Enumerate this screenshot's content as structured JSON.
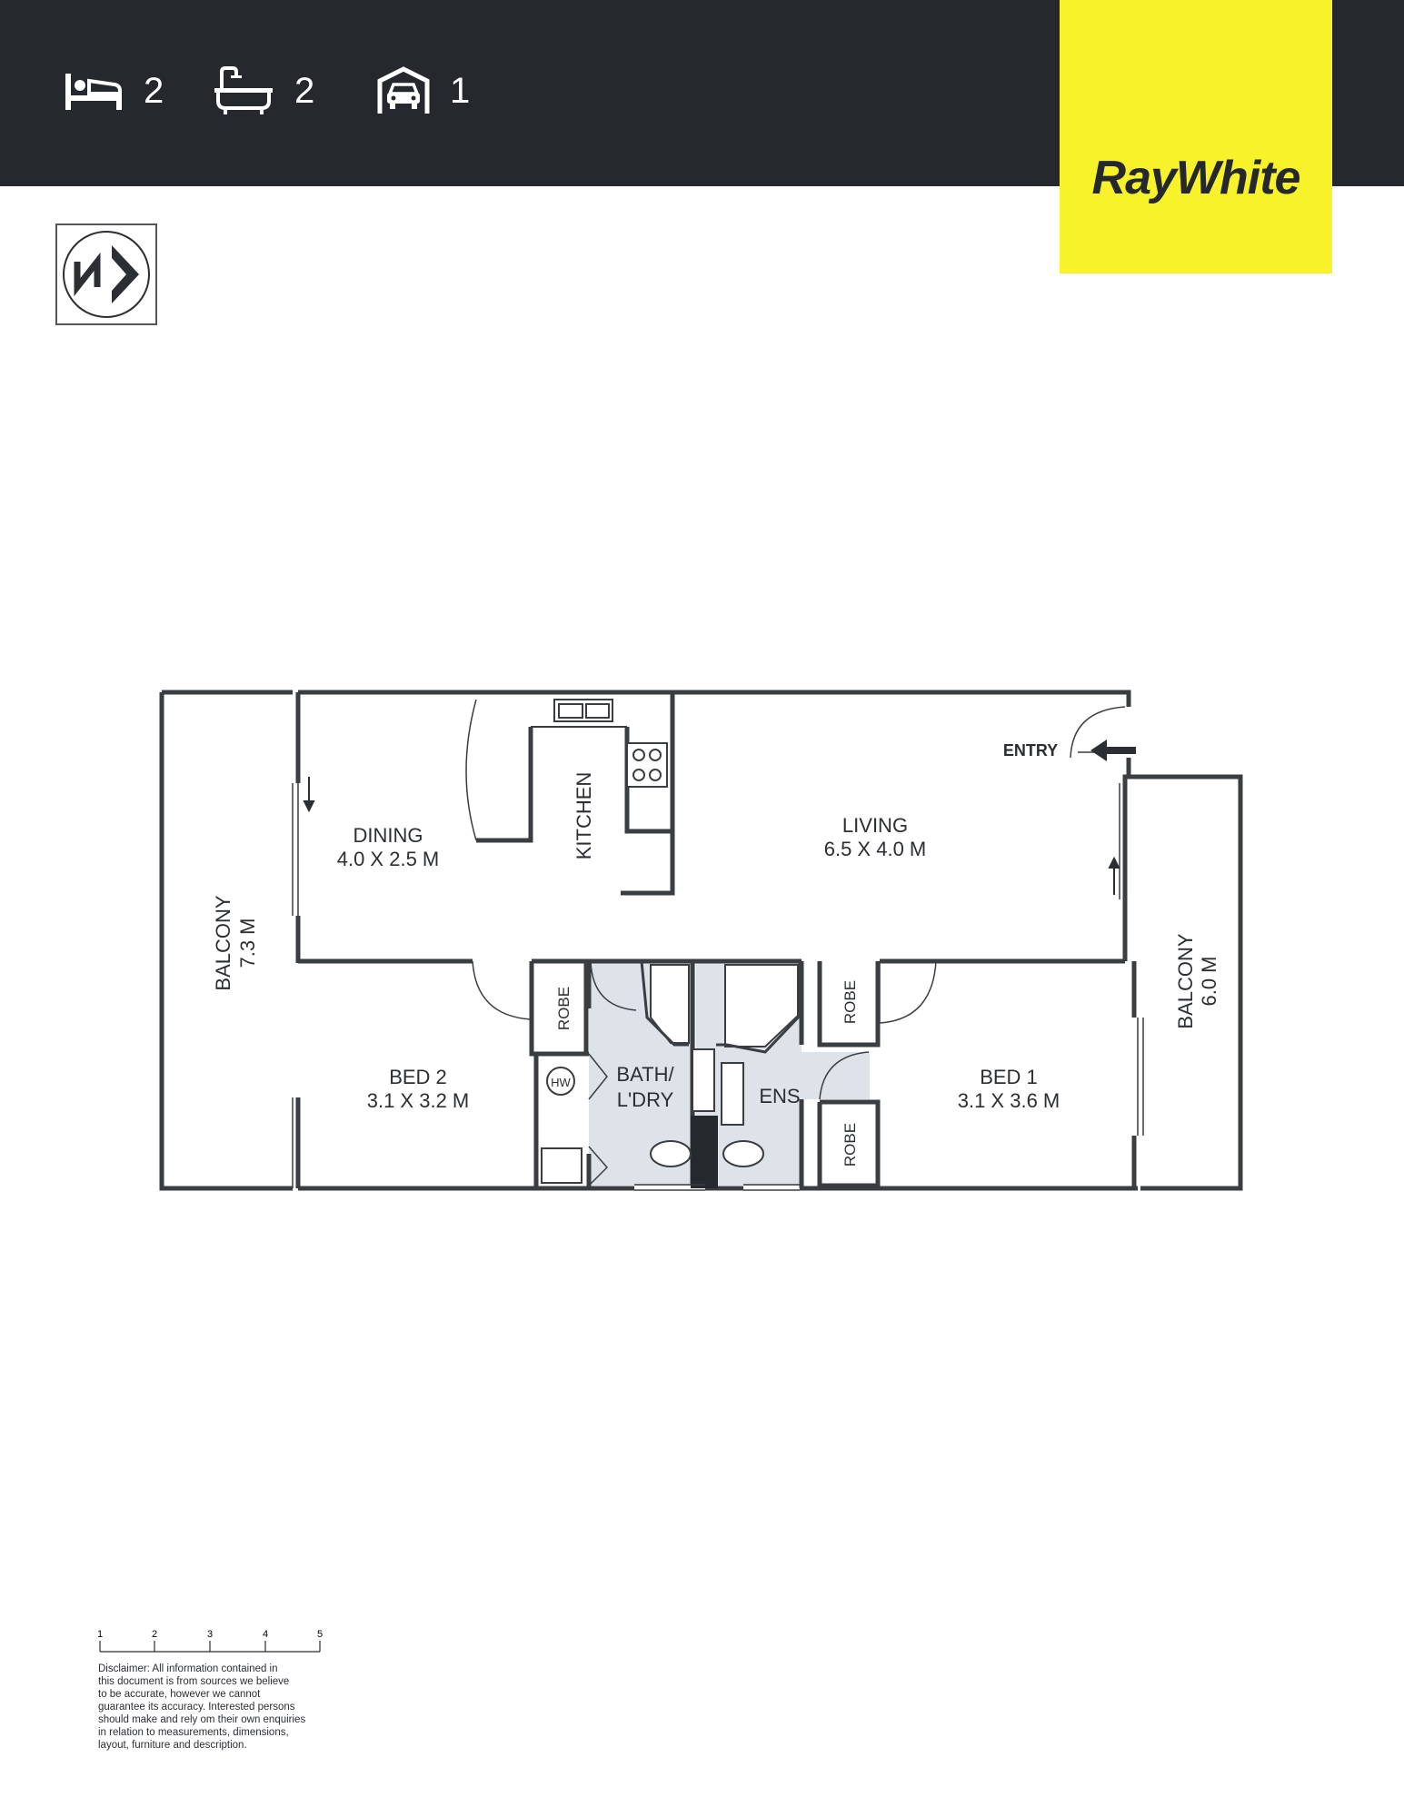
{
  "header": {
    "beds": "2",
    "baths": "2",
    "parking": "1",
    "background_color": "#25282d",
    "icons": [
      "bed-icon",
      "bath-icon",
      "garage-icon"
    ]
  },
  "brand": {
    "name": "RayWhite",
    "trademark": ".",
    "background_color": "#f7f22a"
  },
  "compass": {
    "icon": "north-arrow-icon"
  },
  "rooms": {
    "dining": {
      "name": "DINING",
      "size": "4.0 X 2.5 M"
    },
    "kitchen": {
      "name": "KITCHEN"
    },
    "living": {
      "name": "LIVING",
      "size": "6.5 X 4.0 M"
    },
    "entry": {
      "name": "ENTRY"
    },
    "balcony_left": {
      "name": "BALCONY",
      "size": "7.3 M"
    },
    "balcony_right": {
      "name": "BALCONY",
      "size": "6.0 M"
    },
    "bed2": {
      "name": "BED 2",
      "size": "3.1 X 3.2 M"
    },
    "bed1": {
      "name": "BED 1",
      "size": "3.1 X 3.6 M"
    },
    "bath": {
      "line1": "BATH/",
      "line2": "L'DRY"
    },
    "ens": {
      "name": "ENS"
    },
    "robe": "ROBE",
    "hot_water": "HW"
  },
  "scale_bar": {
    "ticks": [
      "1",
      "2",
      "3",
      "4",
      "5"
    ]
  },
  "disclaimer": {
    "lines": [
      "Disclaimer: All information contained in",
      "this document is from sources we believe",
      "to be accurate, however we cannot",
      "guarantee its accuracy. Interested persons",
      "should make and rely om their own enquiries",
      "in relation to measurements, dimensions,",
      "layout, furniture and description."
    ]
  },
  "colors": {
    "wall": "#3a3d42",
    "wet_area": "#dde3e8"
  }
}
